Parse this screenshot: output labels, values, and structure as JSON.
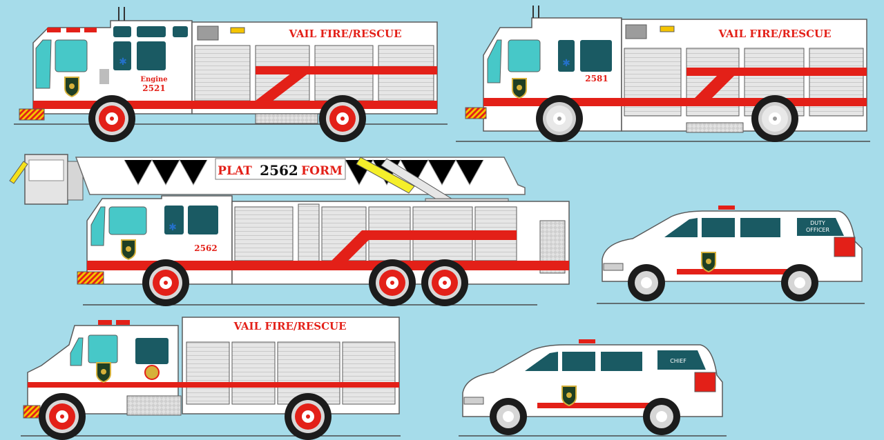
{
  "scene": {
    "background": "#a6dcea",
    "colors": {
      "red": "#e32018",
      "white": "#ffffff",
      "glass": "#1a5a63",
      "windowTeal": "#47c8c8",
      "compartment": "#e4e4e4",
      "outline": "#5a5a5a"
    }
  },
  "engine_2521": {
    "door_label": "Engine",
    "unit_number": "2521",
    "body_lettering": "VAIL FIRE/RESCUE"
  },
  "engine_2581": {
    "unit_number": "2581",
    "body_lettering": "VAIL FIRE/RESCUE"
  },
  "platform_2562": {
    "boom_left": "PLAT",
    "boom_number": "2562",
    "boom_right": "FORM",
    "unit_number": "2562"
  },
  "duty_officer_suv": {
    "line1": "DUTY",
    "line2": "OFFICER"
  },
  "rescue_truck": {
    "body_lettering": "VAIL FIRE/RESCUE"
  },
  "chief_suv": {
    "rear_label": "CHIEF"
  }
}
